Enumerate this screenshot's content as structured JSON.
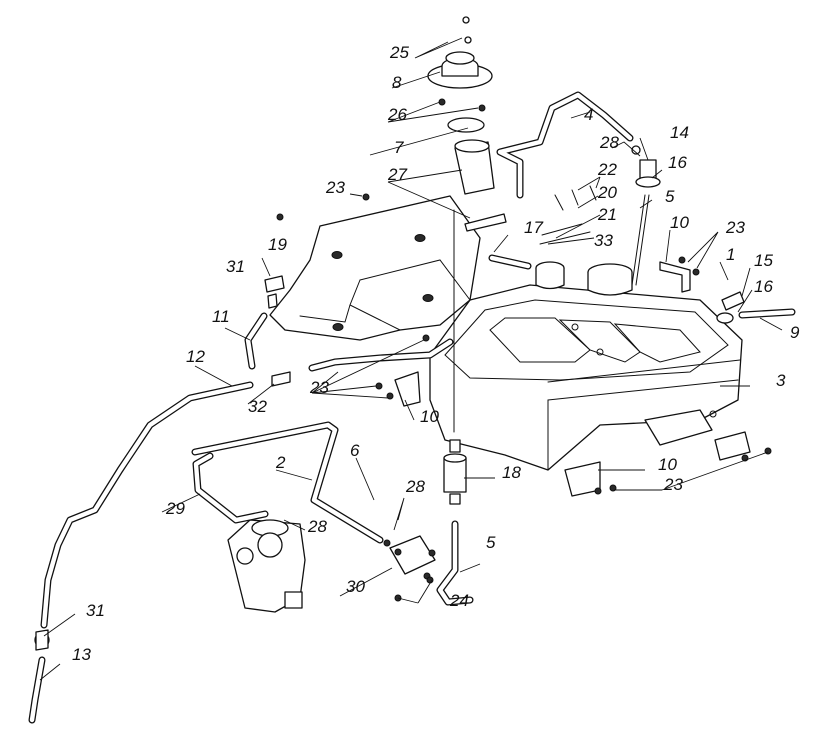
{
  "callouts": {
    "c1": "1",
    "c2": "2",
    "c3": "3",
    "c4": "4",
    "c5a": "5",
    "c5b": "5",
    "c6": "6",
    "c7": "7",
    "c8": "8",
    "c9": "9",
    "c10a": "10",
    "c10b": "10",
    "c10c": "10",
    "c11": "11",
    "c12": "12",
    "c13": "13",
    "c14": "14",
    "c15": "15",
    "c16a": "16",
    "c16b": "16",
    "c17": "17",
    "c18": "18",
    "c19": "19",
    "c20": "20",
    "c21": "21",
    "c22": "22",
    "c23a": "23",
    "c23b": "23",
    "c23c": "23",
    "c23d": "23",
    "c24": "24",
    "c25": "25",
    "c26": "26",
    "c27": "27",
    "c28a": "28",
    "c28b": "28",
    "c28c": "28",
    "c29": "29",
    "c30": "30",
    "c31a": "31",
    "c31b": "31",
    "c32": "32",
    "c33": "33"
  }
}
